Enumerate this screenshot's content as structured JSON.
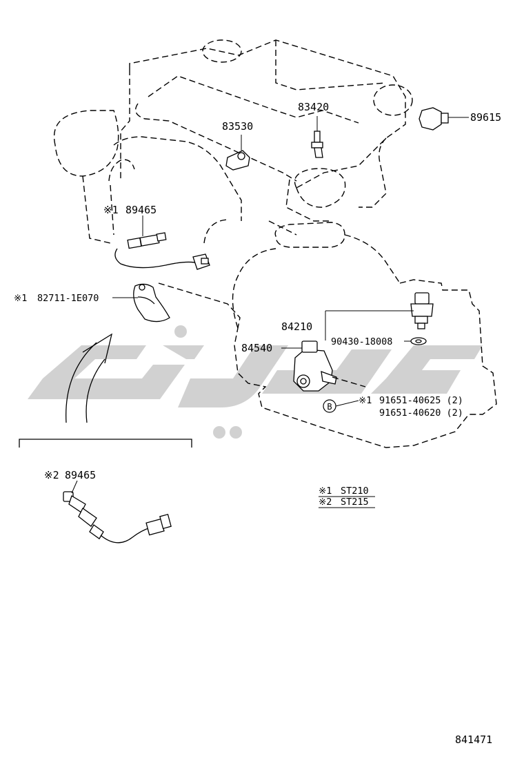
{
  "diagram": {
    "footer_code": "841471",
    "parts": {
      "p83420": "83420",
      "p89615": "89615",
      "p83530": "83530",
      "p89465_a": "89465",
      "p89465_a_mark": "※1",
      "p82711": "82711-1E070",
      "p82711_mark": "※1",
      "p84210": "84210",
      "p90430": "90430-18008",
      "p84540": "84540",
      "p91651_a": "91651-40625 (2)",
      "p91651_a_mark": "※1",
      "p91651_b": "91651-40620 (2)",
      "p89465_b": "89465",
      "p89465_b_mark": "※2"
    },
    "callout_letter": "B",
    "notes": [
      {
        "mark": "※1",
        "text": "ST210"
      },
      {
        "mark": "※2",
        "text": "ST215"
      }
    ]
  }
}
